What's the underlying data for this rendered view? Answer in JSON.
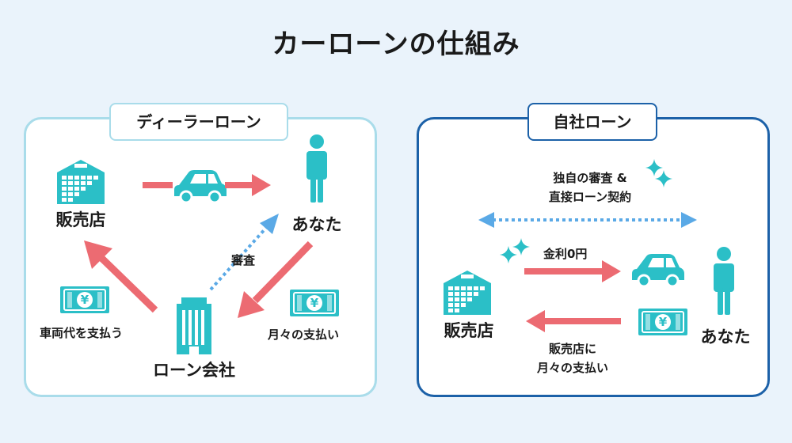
{
  "title": "カーローンの仕組み",
  "dealer": {
    "tab": "ディーラーローン",
    "shop": "販売店",
    "you": "あなた",
    "company": "ローン会社",
    "review": "審査",
    "pay_car": "車両代を支払う",
    "pay_monthly": "月々の支払い"
  },
  "inhouse": {
    "tab": "自社ローン",
    "review_line1": "独自の審査 &",
    "review_line2": "直接ローン契約",
    "interest": "金利0円",
    "shop": "販売店",
    "you": "あなた",
    "pay_line1": "販売店に",
    "pay_line2": "月々の支払い"
  },
  "colors": {
    "arrow_red": "#ec6b72",
    "teal": "#2bbfc7",
    "dotted_blue": "#5aa9e6",
    "panel_left_border": "#a9dcea",
    "panel_right_border": "#1c61a8"
  }
}
